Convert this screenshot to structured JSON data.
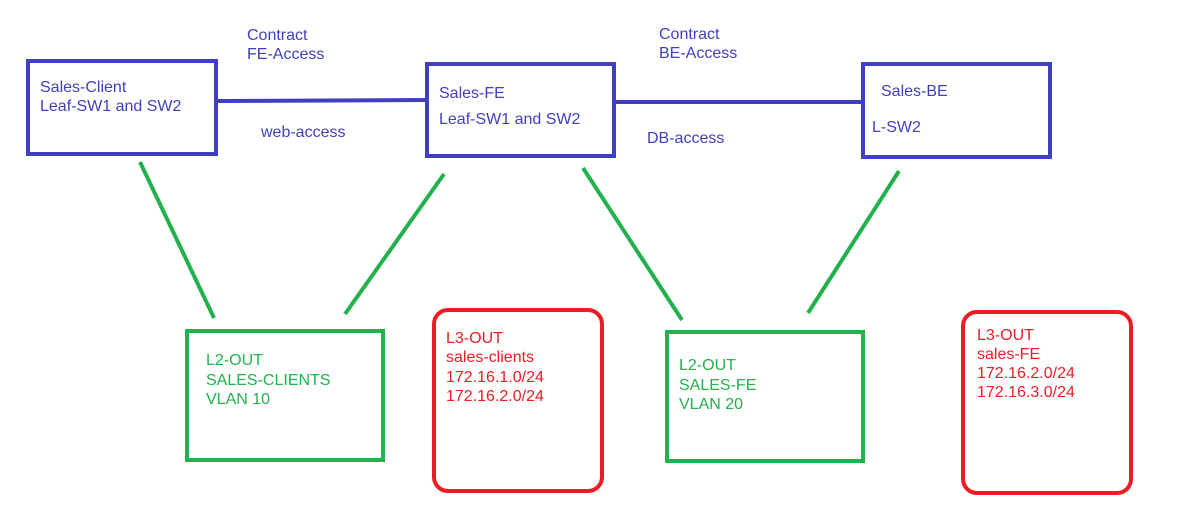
{
  "colors": {
    "epg": "#3f3fbf",
    "l2out": "#22b14c",
    "l3out": "#ed1c24",
    "background": "#ffffff"
  },
  "epgs": {
    "sales_client": {
      "line1": "Sales-Client",
      "line2": "Leaf-SW1 and SW2"
    },
    "sales_fe": {
      "line1": "Sales-FE",
      "line2": "Leaf-SW1 and SW2"
    },
    "sales_be": {
      "line1": "Sales-BE",
      "line2": "L-SW2"
    }
  },
  "contracts": {
    "fe_access": {
      "line1": "Contract",
      "line2": "FE-Access",
      "subject": "web-access"
    },
    "be_access": {
      "line1": "Contract",
      "line2": "BE-Access",
      "subject": "DB-access"
    }
  },
  "l2outs": {
    "sales_clients": {
      "line1": "L2-OUT",
      "line2": "SALES-CLIENTS",
      "line3": "VLAN 10"
    },
    "sales_fe": {
      "line1": "L2-OUT",
      "line2": "SALES-FE",
      "line3": "VLAN 20"
    }
  },
  "l3outs": {
    "sales_clients": {
      "line1": "L3-OUT",
      "line2": "sales-clients",
      "line3": "172.16.1.0/24",
      "line4": "172.16.2.0/24"
    },
    "sales_fe": {
      "line1": "L3-OUT",
      "line2": "sales-FE",
      "line3": "172.16.2.0/24",
      "line4": "172.16.3.0/24"
    }
  }
}
